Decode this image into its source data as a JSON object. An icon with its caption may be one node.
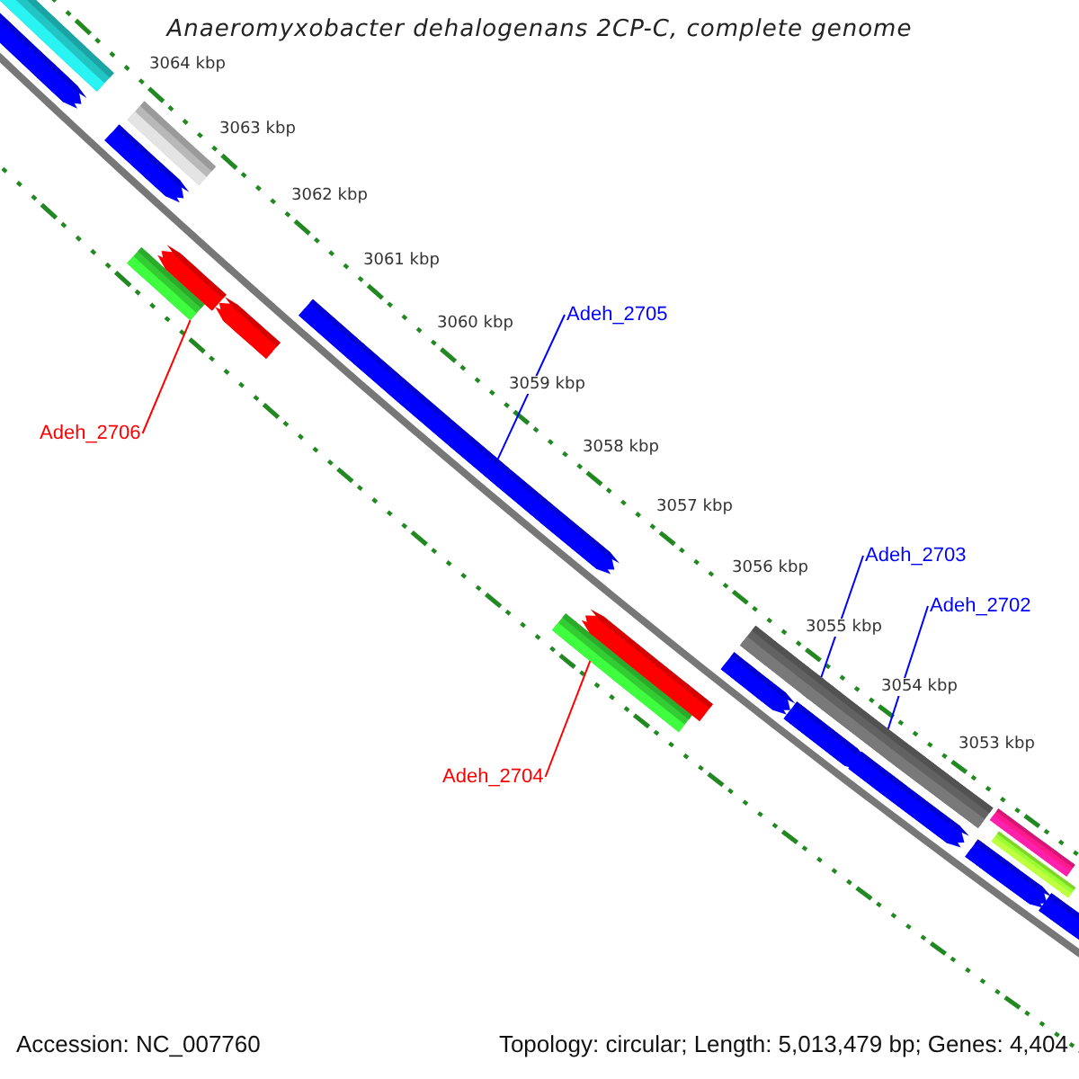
{
  "diagram": {
    "title": "Anaeromyxobacter dehalogenans 2CP-C, complete genome",
    "nodes": [
      {
        "text": [],
        "shape": "bar"
      },
      {
        "text": [],
        "shape": "bar"
      },
      {
        "text": [],
        "shape": "bar"
      },
      {
        "text": [],
        "shape": "bar"
      },
      {
        "text": [],
        "shape": "bar"
      },
      {
        "text": [],
        "shape": "bar"
      },
      {
        "text": [],
        "shape": "bar"
      },
      {
        "text": [],
        "shape": "bar"
      },
      {
        "text": [],
        "shape": "bar"
      },
      {
        "text": [],
        "shape": "bar"
      },
      {
        "text": [],
        "shape": "bar"
      },
      {
        "text": [],
        "shape": "bar"
      },
      {
        "text": [],
        "shape": "bar"
      },
      {
        "text": [],
        "shape": "bar"
      },
      {
        "text": [],
        "shape": "bar"
      },
      {
        "text": [],
        "shape": "bar"
      },
      {
        "text": [],
        "shape": "bar"
      },
      {
        "text": [],
        "shape": "bar"
      },
      {
        "text": [],
        "shape": "bar"
      },
      {
        "text": [
          "Adeh_2705"
        ]
      },
      {
        "text": [
          "Adeh_2706"
        ]
      },
      {
        "text": [
          "Adeh_2703"
        ]
      },
      {
        "text": [
          "Adeh_2702"
        ]
      },
      {
        "text": [
          "Adeh_2704"
        ]
      }
    ],
    "edges": [
      {
        "from": 19,
        "to": 7,
        "arrow": "none"
      },
      {
        "from": 20,
        "to": 4,
        "arrow": "none",
        "color": "#ff0000"
      },
      {
        "from": 21,
        "to": 11,
        "arrow": "none"
      },
      {
        "from": 22,
        "to": 13,
        "arrow": "none"
      },
      {
        "from": 23,
        "to": 8,
        "arrow": "none",
        "color": "#ff0000"
      }
    ],
    "labels": [
      "3064 kbp",
      "3063 kbp",
      "3062 kbp",
      "3061 kbp",
      "3060 kbp",
      "3059 kbp",
      "3058 kbp",
      "3057 kbp",
      "3056 kbp",
      "3055 kbp",
      "3054 kbp",
      "3053 kbp",
      "Accession: NC_007760",
      "Topology: circular; Length: 5,013,479 bp; Genes: 4,404"
    ]
  }
}
